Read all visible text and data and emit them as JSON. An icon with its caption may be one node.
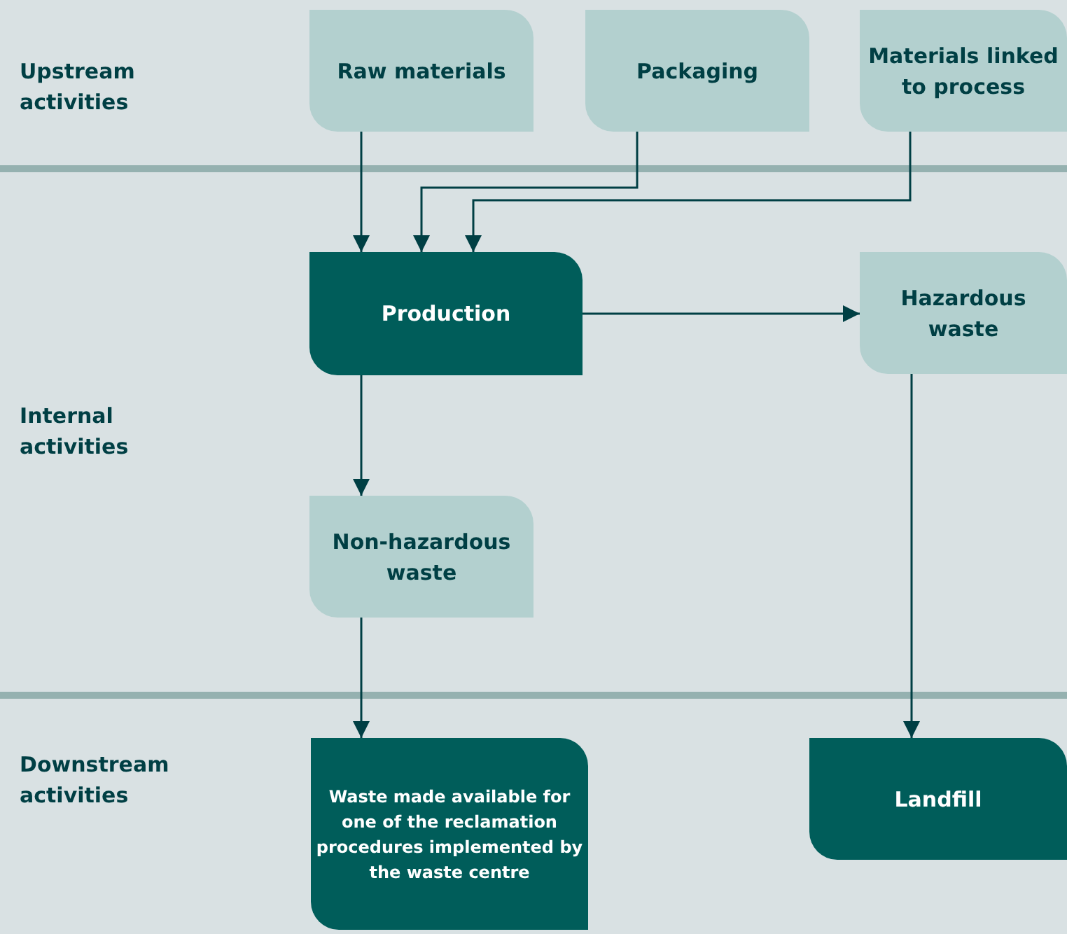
{
  "diagram": {
    "nodes": [
      {
        "text": [
          "Raw materials"
        ]
      },
      {
        "text": [
          "Packaging"
        ]
      },
      {
        "text": [
          "Materials linked to process"
        ]
      },
      {
        "text": [
          "Production"
        ]
      },
      {
        "text": [
          "Hazardous waste"
        ]
      },
      {
        "text": [
          "Non-hazardous waste"
        ]
      },
      {
        "text": [
          "Waste made available for one of the reclamation procedures implemented by the waste centre"
        ]
      },
      {
        "text": [
          "Landfill"
        ]
      }
    ],
    "edges": [
      {
        "from": 0,
        "to": 3,
        "arrow": "to"
      },
      {
        "from": 1,
        "to": 3,
        "arrow": "to"
      },
      {
        "from": 2,
        "to": 3,
        "arrow": "to"
      },
      {
        "from": 3,
        "to": 4,
        "arrow": "to"
      },
      {
        "from": 3,
        "to": 5,
        "arrow": "to"
      },
      {
        "from": 5,
        "to": 6,
        "arrow": "to"
      },
      {
        "from": 4,
        "to": 7,
        "arrow": "to"
      }
    ],
    "labels": [
      "Upstream activities",
      "Internal activities",
      "Downstream activities"
    ]
  }
}
